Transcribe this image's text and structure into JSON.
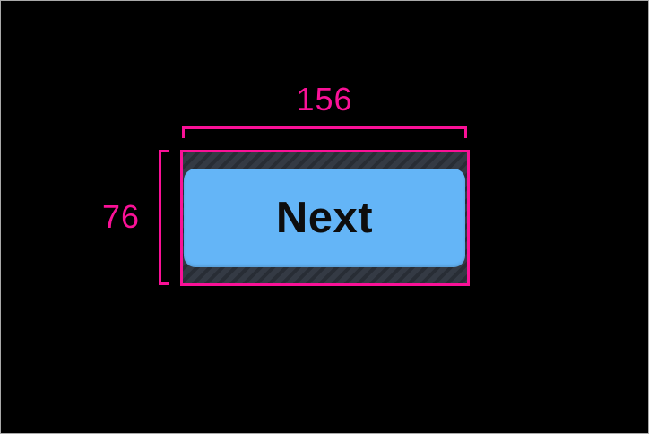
{
  "colors": {
    "background": "#000000",
    "frame_border": "#a9a9a9",
    "accent": "#fa1197",
    "hatch_base": "#343a44",
    "hatch_stripe": "#282d35",
    "button_fill": "#64b5f7",
    "button_text": "#0d0d0d"
  },
  "measurements": {
    "width": {
      "label": "156"
    },
    "height": {
      "label": "76"
    }
  },
  "button": {
    "label": "Next"
  }
}
